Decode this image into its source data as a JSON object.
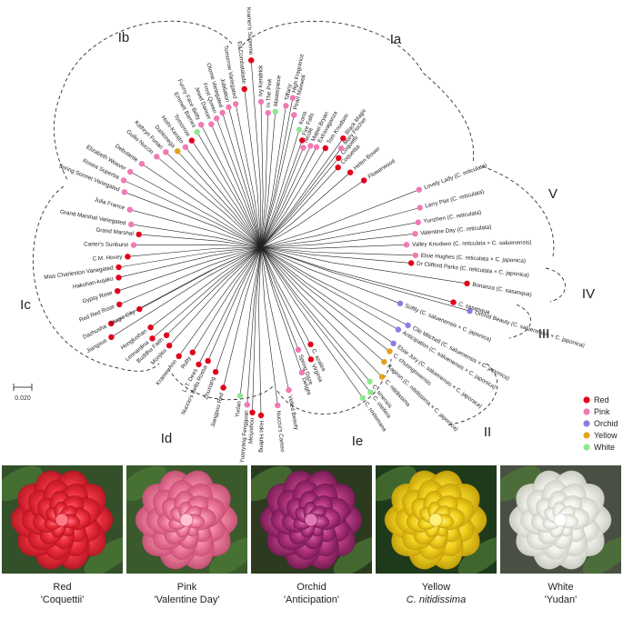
{
  "colors": {
    "Red": "#e3001b",
    "Pink": "#f07ab4",
    "Orchid": "#8a7fe0",
    "Yellow": "#e1a21c",
    "White": "#8ee88c"
  },
  "scale_label": "0.020",
  "legend": [
    {
      "label": "Red",
      "color": "#e3001b"
    },
    {
      "label": "Pink",
      "color": "#f07ab4"
    },
    {
      "label": "Orchid",
      "color": "#8a7fe0"
    },
    {
      "label": "Yellow",
      "color": "#e1a21c"
    },
    {
      "label": "White",
      "color": "#8ee88c"
    }
  ],
  "clades": [
    "Ia",
    "Ib",
    "Ic",
    "Id",
    "Ie",
    "II",
    "III",
    "IV",
    "V"
  ],
  "leaves": [
    {
      "name": "Flowerwood",
      "color": "Red"
    },
    {
      "name": "Helen Bower",
      "color": "Red"
    },
    {
      "name": "Coquettia",
      "color": "Red"
    },
    {
      "name": "Coquettii",
      "color": "Red"
    },
    {
      "name": "Mary Fischer",
      "color": "Pink"
    },
    {
      "name": "Black Magic",
      "color": "Red"
    },
    {
      "name": "Tom Knudsen",
      "color": "Red"
    },
    {
      "name": "Extravaganza",
      "color": "Pink"
    },
    {
      "name": "Mabel Bryan",
      "color": "Pink"
    },
    {
      "name": "Nicole",
      "color": "Pink"
    },
    {
      "name": "Fire Falls",
      "color": "Red"
    },
    {
      "name": "Kona",
      "color": "White"
    },
    {
      "name": "Pearl Maxwell",
      "color": "Pink"
    },
    {
      "name": "High Fragrance",
      "color": "Pink"
    },
    {
      "name": "Tiffany",
      "color": "Pink"
    },
    {
      "name": "Masterpiece",
      "color": "White"
    },
    {
      "name": "In The Pink",
      "color": "Pink"
    },
    {
      "name": "Ivy Kendrick",
      "color": "Pink"
    },
    {
      "name": "Kramer's Supreme",
      "color": "Red"
    },
    {
      "name": "Ed Combatalade",
      "color": "Red"
    },
    {
      "name": "Tomorrow Variegated",
      "color": "Pink"
    },
    {
      "name": "Jubilation",
      "color": "Pink"
    },
    {
      "name": "Otome Variegated",
      "color": "Pink"
    },
    {
      "name": "Frost Queen",
      "color": "Pink"
    },
    {
      "name": "Jewel Dancer",
      "color": "Pink"
    },
    {
      "name": "Funny Face Betty",
      "color": "Pink"
    },
    {
      "name": "Emmett Barnes",
      "color": "White"
    },
    {
      "name": "Tomorrow",
      "color": "Red"
    },
    {
      "name": "Hishi-Karaito",
      "color": "Pink"
    },
    {
      "name": "Dahlonega",
      "color": "Yellow"
    },
    {
      "name": "Kathryn Funari",
      "color": "Pink"
    },
    {
      "name": "Guilio Nuccio",
      "color": "Pink"
    },
    {
      "name": "Debutante",
      "color": "Pink"
    },
    {
      "name": "Elizabeth Weaver",
      "color": "Pink"
    },
    {
      "name": "Rosea Superba",
      "color": "Pink"
    },
    {
      "name": "Spring Sonnet Variegated",
      "color": "Pink"
    },
    {
      "name": "Julia France",
      "color": "Pink"
    },
    {
      "name": "Grand Marshal Variegated",
      "color": "Pink"
    },
    {
      "name": "Grand Marshal",
      "color": "Red"
    },
    {
      "name": "Carter's Sunburst",
      "color": "Pink"
    },
    {
      "name": "C.M. Hovey",
      "color": "Red"
    },
    {
      "name": "Miss Charleston Variegated",
      "color": "Red"
    },
    {
      "name": "Hakuhan-kujaku",
      "color": "Red"
    },
    {
      "name": "Gypsy Rose",
      "color": "Red"
    },
    {
      "name": "Red Red Rose",
      "color": "Red"
    },
    {
      "name": "Dazhusha",
      "color": "Red"
    },
    {
      "name": "Jiangxue",
      "color": "Red"
    },
    {
      "name": "Magic City",
      "color": "Red"
    },
    {
      "name": "Honglushan",
      "color": "Red"
    },
    {
      "name": "Leonardina",
      "color": "Red"
    },
    {
      "name": "Buddha Faith",
      "color": "Red"
    },
    {
      "name": "Monjisu",
      "color": "Red"
    },
    {
      "name": "Kramer Ann",
      "color": "Red"
    },
    {
      "name": "Ruby",
      "color": "Red"
    },
    {
      "name": "L. T. Dees",
      "color": "Red"
    },
    {
      "name": "Nuccio's Bella Rossa",
      "color": "Red"
    },
    {
      "name": "Zhuxiang",
      "color": "Red"
    },
    {
      "name": "Jiangpou Red",
      "color": "Red"
    },
    {
      "name": "Yudan",
      "color": "White"
    },
    {
      "name": "Yuanyang Fengguan",
      "color": "Pink"
    },
    {
      "name": "Meiyishou",
      "color": "Red"
    },
    {
      "name": "Hoki Hufeng",
      "color": "Red"
    },
    {
      "name": "Nuccio's Cameo",
      "color": "Pink"
    },
    {
      "name": "Veiled Beauty",
      "color": "Pink"
    },
    {
      "name": "Delight",
      "color": "Pink"
    },
    {
      "name": "Spring Daze",
      "color": "Pink"
    },
    {
      "name": "Virginia",
      "color": "Red"
    },
    {
      "name": "C. azalea",
      "color": "Red"
    },
    {
      "name": "C. rostomana",
      "color": "White"
    },
    {
      "name": "C. oleifera",
      "color": "White"
    },
    {
      "name": "C. sinensis",
      "color": "White"
    },
    {
      "name": "C. nitidissima",
      "color": "Yellow"
    },
    {
      "name": "Kagiron (C. nitidissima × C. japonica)",
      "color": "Yellow"
    },
    {
      "name": "C. chuongtsoensis",
      "color": "Yellow"
    },
    {
      "name": "Elsie Jury (C. saluenensis × C. japonica)",
      "color": "Orchid"
    },
    {
      "name": "Anticipation (C. saluenensis × C. japonica)",
      "color": "Orchid"
    },
    {
      "name": "Cile Mitchell (C. saluenensis × C. japonica)",
      "color": "Orchid"
    },
    {
      "name": "Softly (C. saluenensis × C. japonica)",
      "color": "Orchid"
    },
    {
      "name": "Orchid Beauty (C. saluenensis × C. japonica)",
      "color": "Orchid"
    },
    {
      "name": "C. sasanqua",
      "color": "Red"
    },
    {
      "name": "Bonanza (C. sasanqua)",
      "color": "Red"
    },
    {
      "name": "Dr Clifford Parks (C. reticulata × C. japonica)",
      "color": "Red"
    },
    {
      "name": "Elsie Hughes (C. reticulata × C. japonica)",
      "color": "Pink"
    },
    {
      "name": "Valley Knudsen (C. reticulata × C. saluenensis)",
      "color": "Pink"
    },
    {
      "name": "Valentine Day (C. reticulata)",
      "color": "Pink"
    },
    {
      "name": "Yunzhen (C. reticulata)",
      "color": "Pink"
    },
    {
      "name": "Larry Piet (C. reticulata)",
      "color": "Pink"
    },
    {
      "name": "Lovely Lady (C. reticulata)",
      "color": "Pink"
    }
  ],
  "photos": [
    {
      "line1": "Red",
      "line2": "'Coquettii'",
      "italic": false,
      "base": "#ef2d3d",
      "light": "#ff7a86",
      "dark": "#b3121f",
      "bg": "#33502a"
    },
    {
      "line1": "Pink",
      "line2": "'Valentine Day'",
      "italic": false,
      "base": "#f07a9c",
      "light": "#ffc2d2",
      "dark": "#c44a72",
      "bg": "#3b5a2c"
    },
    {
      "line1": "Orchid",
      "line2": "'Anticipation'",
      "italic": false,
      "base": "#b4357d",
      "light": "#e07ab5",
      "dark": "#6e1650",
      "bg": "#2c3a20"
    },
    {
      "line1": "Yellow",
      "line2": "C. nitidissima",
      "italic": true,
      "base": "#f2d21c",
      "light": "#fff07a",
      "dark": "#c29a0a",
      "bg": "#1f3a1a"
    },
    {
      "line1": "White",
      "line2": "'Yudan'",
      "italic": false,
      "base": "#f4f4ee",
      "light": "#ffffff",
      "dark": "#c9cbbf",
      "bg": "#4a4f43"
    }
  ]
}
